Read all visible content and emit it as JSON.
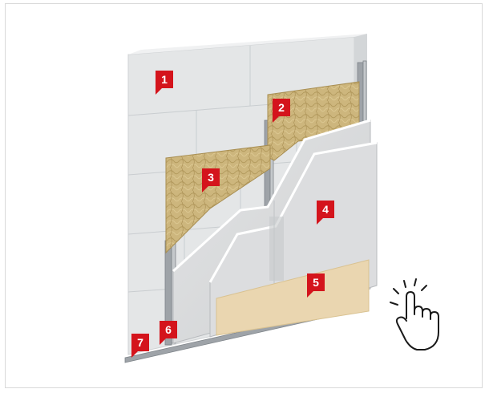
{
  "diagram": {
    "markers": [
      {
        "id": "1",
        "label": "1"
      },
      {
        "id": "2",
        "label": "2"
      },
      {
        "id": "3",
        "label": "3"
      },
      {
        "id": "4",
        "label": "4"
      },
      {
        "id": "5",
        "label": "5"
      },
      {
        "id": "6",
        "label": "6"
      },
      {
        "id": "7",
        "label": "7"
      }
    ],
    "colors": {
      "marker": "#d4141c",
      "block": "#e4e6e7",
      "block_joint": "#c9cdd0",
      "insulation": "#c9b27a",
      "board": "#d9dadb",
      "finish": "#ead6b0",
      "profile": "#9ea3a8"
    },
    "interaction": {
      "icon": "tap-hand-icon"
    }
  }
}
